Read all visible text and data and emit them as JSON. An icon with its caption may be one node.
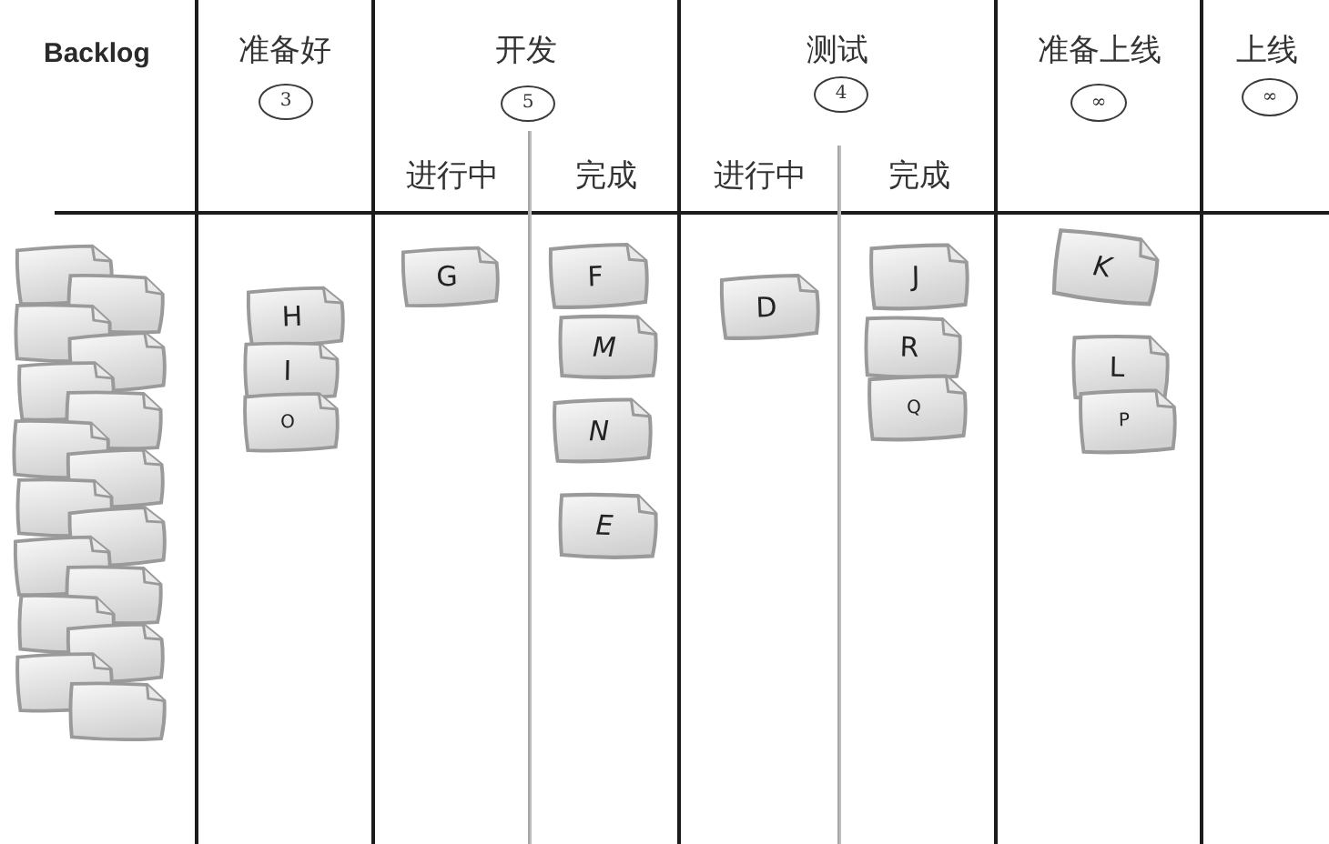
{
  "diagram": {
    "nodes": [
      {
        "text": [
          "Backlog"
        ]
      },
      {
        "text": [],
        "shape": "box",
        "in": 0
      },
      {
        "text": [],
        "shape": "box",
        "in": 0
      },
      {
        "text": [],
        "shape": "box",
        "in": 0
      },
      {
        "text": [],
        "shape": "box",
        "in": 0
      },
      {
        "text": [],
        "shape": "box",
        "in": 0
      },
      {
        "text": [],
        "shape": "box",
        "in": 0
      },
      {
        "text": [],
        "shape": "box",
        "in": 0
      },
      {
        "text": [],
        "shape": "box",
        "in": 0
      },
      {
        "text": [],
        "shape": "box",
        "in": 0
      },
      {
        "text": [],
        "shape": "box",
        "in": 0
      },
      {
        "text": [],
        "shape": "box",
        "in": 0
      },
      {
        "text": [],
        "shape": "box",
        "in": 0
      },
      {
        "text": [],
        "shape": "box",
        "in": 0
      },
      {
        "text": [],
        "shape": "box",
        "in": 0
      },
      {
        "text": [],
        "shape": "box",
        "in": 0
      },
      {
        "text": [],
        "shape": "box",
        "in": 0
      },
      {
        "text": [
          "准备好"
        ]
      },
      {
        "text": [
          "3"
        ],
        "in": 17
      },
      {
        "text": [
          "H"
        ],
        "in": 17
      },
      {
        "text": [
          "I"
        ],
        "in": 17
      },
      {
        "text": [
          "O"
        ],
        "in": 17
      },
      {
        "text": [
          "开发"
        ]
      },
      {
        "text": [
          "5"
        ],
        "in": 22
      },
      {
        "text": [
          "进行中"
        ],
        "in": 22
      },
      {
        "text": [
          "G"
        ],
        "in": 24
      },
      {
        "text": [
          "完成"
        ],
        "in": 22
      },
      {
        "text": [
          "F"
        ],
        "in": 26
      },
      {
        "text": [
          "M"
        ],
        "in": 26
      },
      {
        "text": [
          "N"
        ],
        "in": 26
      },
      {
        "text": [
          "E"
        ],
        "in": 26
      },
      {
        "text": [
          "测试"
        ]
      },
      {
        "text": [
          "4"
        ],
        "in": 31
      },
      {
        "text": [
          "进行中"
        ],
        "in": 31
      },
      {
        "text": [
          "D"
        ],
        "in": 33
      },
      {
        "text": [
          "完成"
        ],
        "in": 31
      },
      {
        "text": [
          "J"
        ],
        "in": 35
      },
      {
        "text": [
          "R"
        ],
        "in": 35
      },
      {
        "text": [
          "Q"
        ],
        "in": 35
      },
      {
        "text": [
          "准备上线"
        ]
      },
      {
        "text": [
          "∞"
        ],
        "in": 39
      },
      {
        "text": [
          "K"
        ],
        "in": 39
      },
      {
        "text": [
          "L"
        ],
        "in": 39
      },
      {
        "text": [
          "P"
        ],
        "in": 39
      },
      {
        "text": [
          "上线"
        ]
      },
      {
        "text": [
          "∞"
        ],
        "in": 44
      }
    ]
  }
}
